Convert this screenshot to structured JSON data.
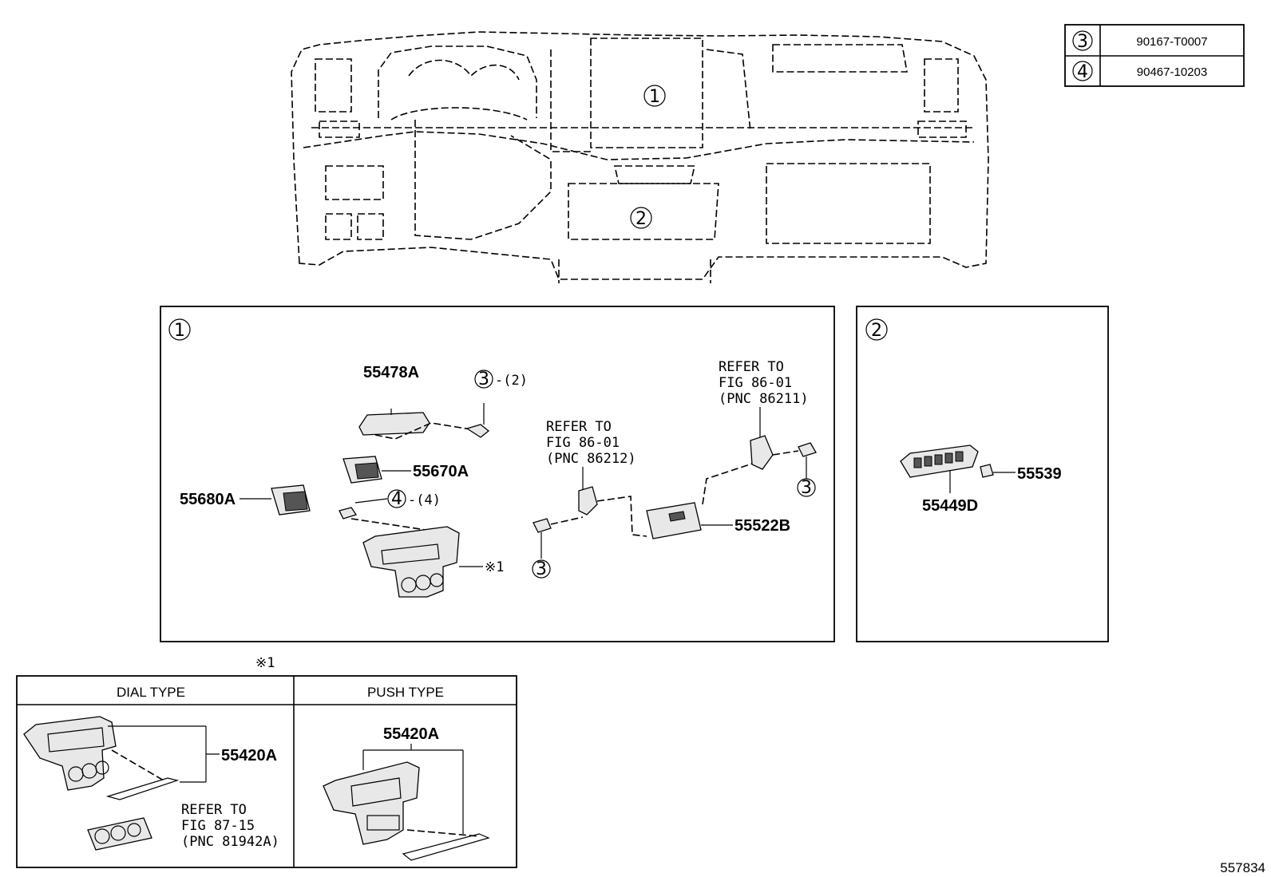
{
  "parts_table": [
    {
      "ref": "3",
      "number": "90167-T0007"
    },
    {
      "ref": "4",
      "number": "90467-10203"
    }
  ],
  "overview": {
    "marker_1": "1",
    "marker_2": "2"
  },
  "panel1": {
    "marker": "1",
    "labels": {
      "p55478A": "55478A",
      "p55670A": "55670A",
      "p55680A": "55680A",
      "p55522B": "55522B",
      "note_x1": "※1",
      "screw3_qty": "-(2)",
      "screw4_qty": "-(4)",
      "screw3_ref": "3",
      "screw4_ref": "4"
    },
    "refer_a": [
      "REFER TO",
      "FIG 86-01",
      "(PNC 86212)"
    ],
    "refer_b": [
      "REFER TO",
      "FIG 86-01",
      "(PNC 86211)"
    ]
  },
  "panel2": {
    "marker": "2",
    "labels": {
      "p55449D": "55449D",
      "p55539": "55539"
    }
  },
  "variants": {
    "note": "※1",
    "dial_header": "DIAL TYPE",
    "push_header": "PUSH TYPE",
    "dial_part": "55420A",
    "push_part": "55420A",
    "refer_c": [
      "REFER TO",
      "FIG 87-15",
      "(PNC 81942A)"
    ]
  },
  "figure_id": "557834"
}
